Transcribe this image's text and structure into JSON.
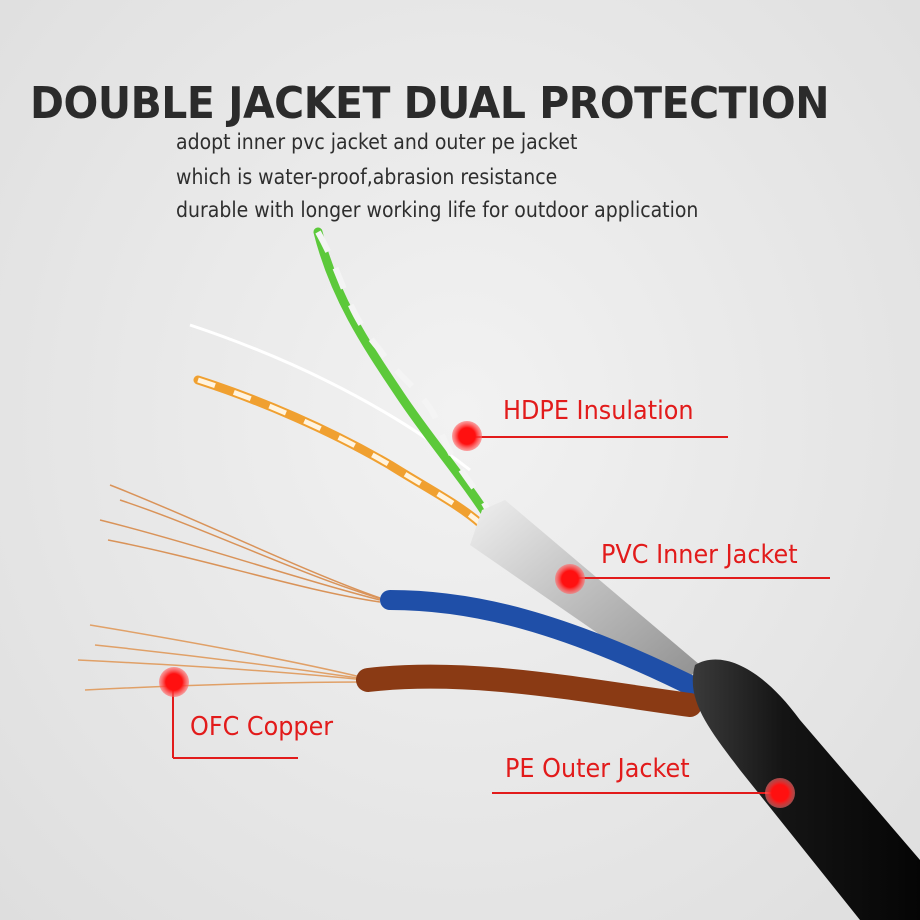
{
  "header": {
    "title": "DOUBLE JACKET DUAL PROTECTION",
    "subtitle_lines": [
      "adopt inner pvc jacket and outer pe jacket",
      "which is water-proof,abrasion resistance",
      "durable with longer working life for outdoor application"
    ]
  },
  "callouts": [
    {
      "label": "HDPE  Insulation",
      "target": "twisted-pair-insulation"
    },
    {
      "label": "PVC Inner Jacket",
      "target": "inner-jacket"
    },
    {
      "label": "OFC Copper",
      "target": "copper-strands"
    },
    {
      "label": "PE Outer Jacket",
      "target": "outer-jacket"
    }
  ],
  "colors": {
    "accent_red": "#e21b1b",
    "title_text": "#2b2b2b",
    "green_wire": "#5cc93a",
    "orange_wire": "#f0a030",
    "blue_wire": "#1f4fa8",
    "brown_wire": "#8a3a14",
    "outer_jacket": "#1c1c1c",
    "inner_jacket": "#c9c9c9"
  }
}
